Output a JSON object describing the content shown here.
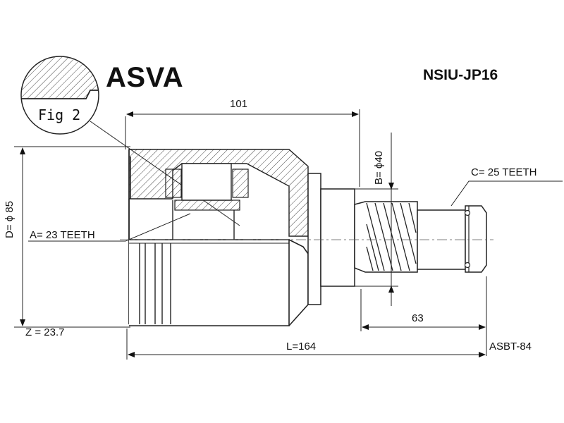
{
  "header": {
    "brand": "ASVA",
    "part_number": "NSIU-JP16"
  },
  "figure": {
    "label": "Fig 2"
  },
  "dimensions": {
    "width_101": "101",
    "diameter_d": "D= ϕ 85",
    "diameter_b": "B= ϕ40",
    "spline_c": "C= 25 TEETH",
    "spline_a": "A= 23 TEETH",
    "length_63": "63",
    "length_l": "L=164",
    "z_value": "Z = 23.7",
    "boot_ref": "ASBT-84"
  }
}
